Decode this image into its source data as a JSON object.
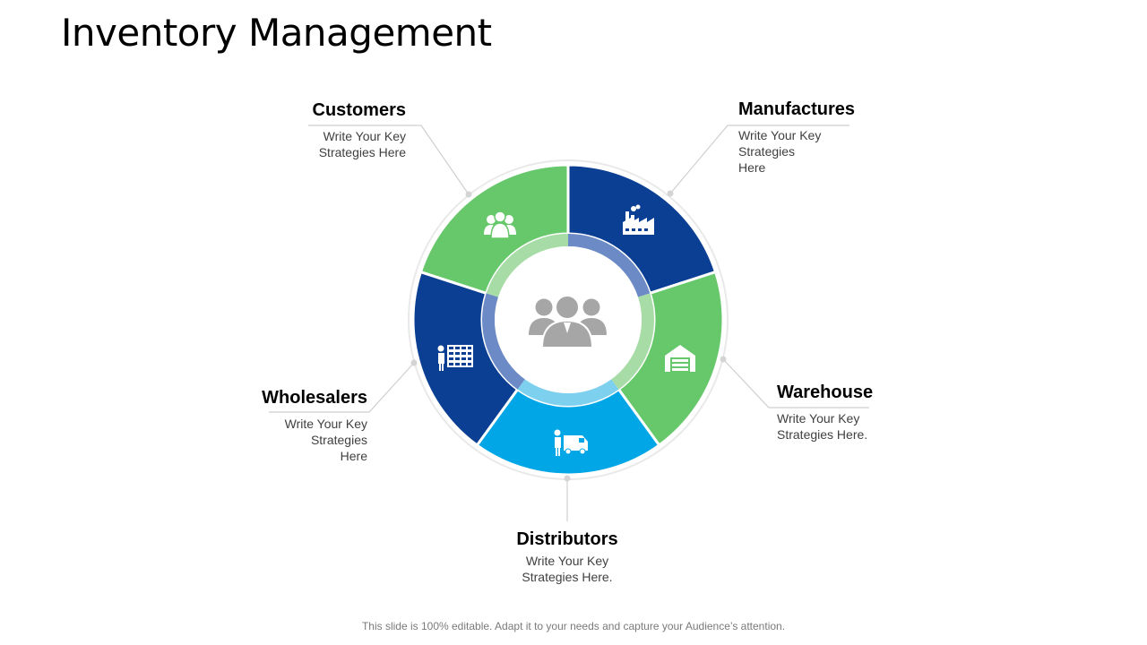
{
  "title": "Inventory Management",
  "footer": "This slide is 100% editable. Adapt it to your needs and capture your Audience’s attention.",
  "colors": {
    "green": "#66c86b",
    "dark_blue": "#0b3f93",
    "light_blue": "#00a6e6",
    "inner_ring_green": "#a8dca6",
    "inner_ring_blue": "#6c8bc6",
    "inner_ring_cyan": "#7dd0ee",
    "center_icon": "#a6a6a6",
    "leader_line": "#cfcfcf"
  },
  "center": {
    "icon": "business-group-icon"
  },
  "segments": [
    {
      "id": "manufactures",
      "title": "Manufactures",
      "desc_lines": [
        "Write Your Key",
        "Strategies",
        "Here"
      ],
      "icon": "factory-icon",
      "color": "#0b3f93"
    },
    {
      "id": "warehouse",
      "title": "Warehouse",
      "desc_lines": [
        "Write Your Key",
        "Strategies Here."
      ],
      "icon": "warehouse-icon",
      "color": "#66c86b"
    },
    {
      "id": "distributors",
      "title": "Distributors",
      "desc_lines": [
        "Write Your Key",
        "Strategies Here."
      ],
      "icon": "delivery-truck-icon",
      "color": "#00a6e6"
    },
    {
      "id": "wholesalers",
      "title": "Wholesalers",
      "desc_lines": [
        "Write Your Key",
        "Strategies",
        "Here"
      ],
      "icon": "worker-shelf-icon",
      "color": "#0b3f93"
    },
    {
      "id": "customers",
      "title": "Customers",
      "desc_lines": [
        "Write Your Key",
        "Strategies Here"
      ],
      "icon": "customers-group-icon",
      "color": "#66c86b"
    }
  ]
}
